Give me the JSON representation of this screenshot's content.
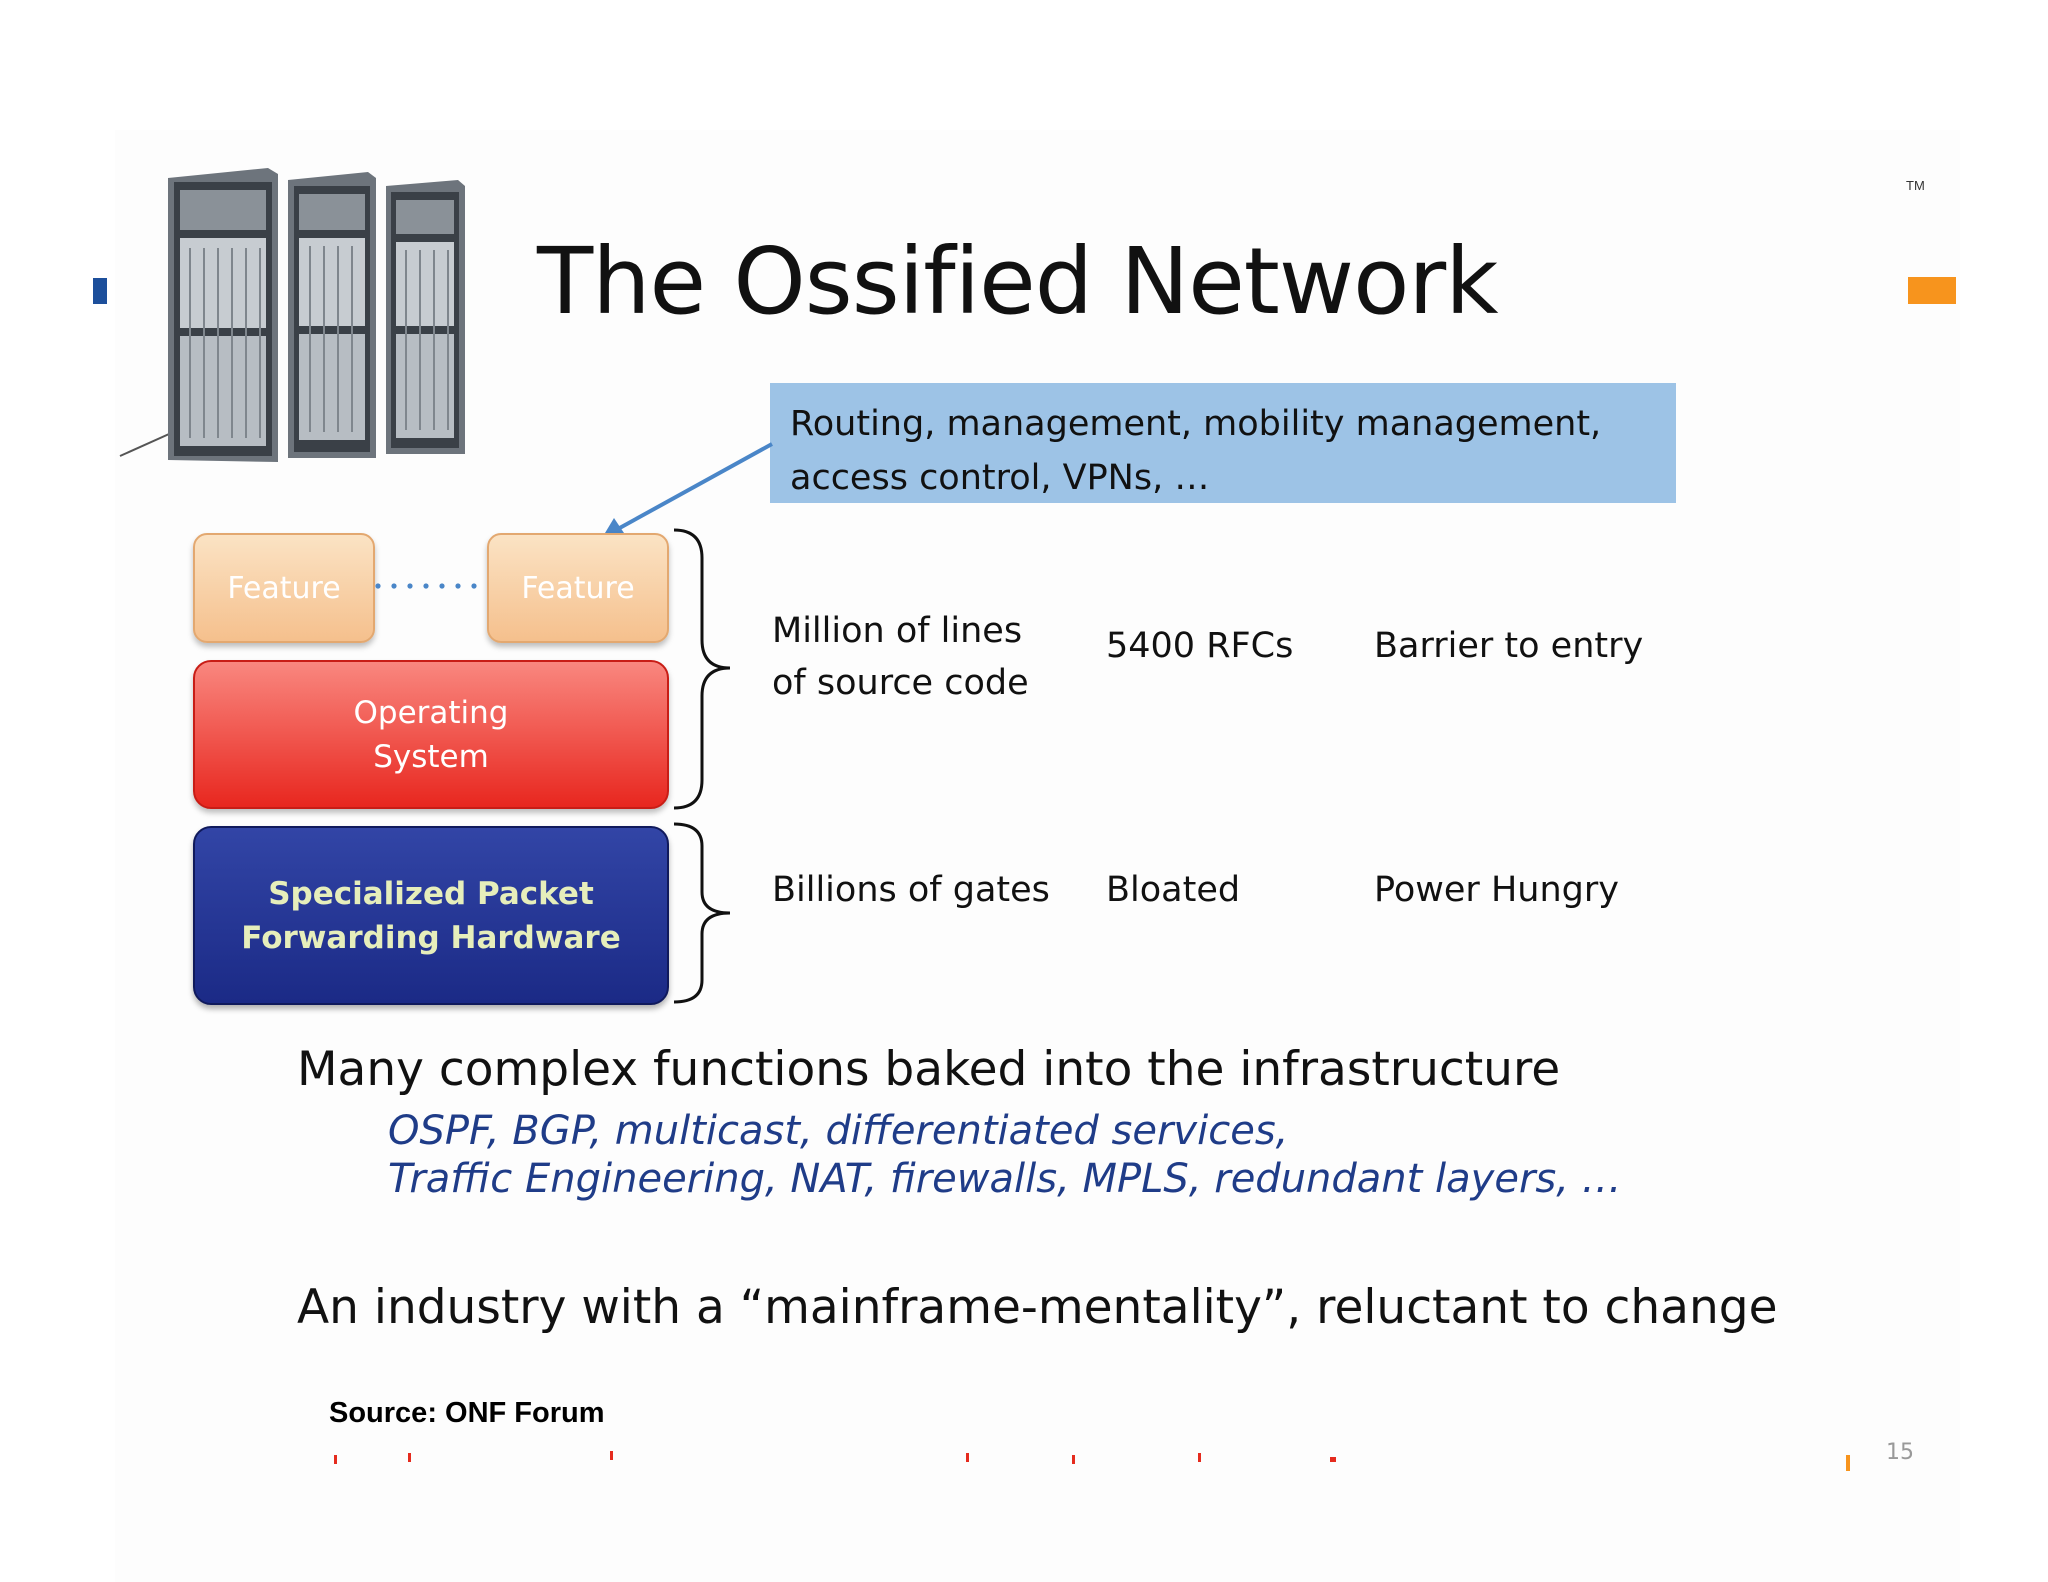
{
  "slide": {
    "title": "The Ossified Network",
    "trademark": "TM",
    "page_number": "15"
  },
  "callout": {
    "line1": "Routing, management, mobility management,",
    "line2": "access control, VPNs, …"
  },
  "stack": {
    "feature_left": "Feature",
    "feature_right": "Feature",
    "os_line1": "Operating",
    "os_line2": "System",
    "hw_line1": "Specialized Packet",
    "hw_line2": "Forwarding Hardware"
  },
  "software_props": {
    "lines_1": "Million of lines",
    "lines_2": "of source code",
    "rfcs": "5400 RFCs",
    "barrier": "Barrier to entry"
  },
  "hardware_props": {
    "gates": "Billions of gates",
    "bloated": "Bloated",
    "power": "Power Hungry"
  },
  "body": {
    "heading1": "Many complex functions baked into the infrastructure",
    "examples1": "OSPF, BGP, multicast, differentiated services,",
    "examples2": "Traffic Engineering, NAT, firewalls, MPLS, redundant layers, …",
    "heading2": "An industry with a “mainframe-mentality”, reluctant to change"
  },
  "source": "Source: ONF Forum",
  "colors": {
    "callout_bg": "#9dc3e6",
    "feature": "#f5c08d",
    "os": "#e8271f",
    "hardware": "#1b2a86",
    "examples_text": "#1f3c88",
    "accent_orange": "#f7941d",
    "accent_blue": "#1d4f9b"
  },
  "icons": [
    "server-rack-icon",
    "arrow-icon",
    "curly-brace-icon"
  ]
}
